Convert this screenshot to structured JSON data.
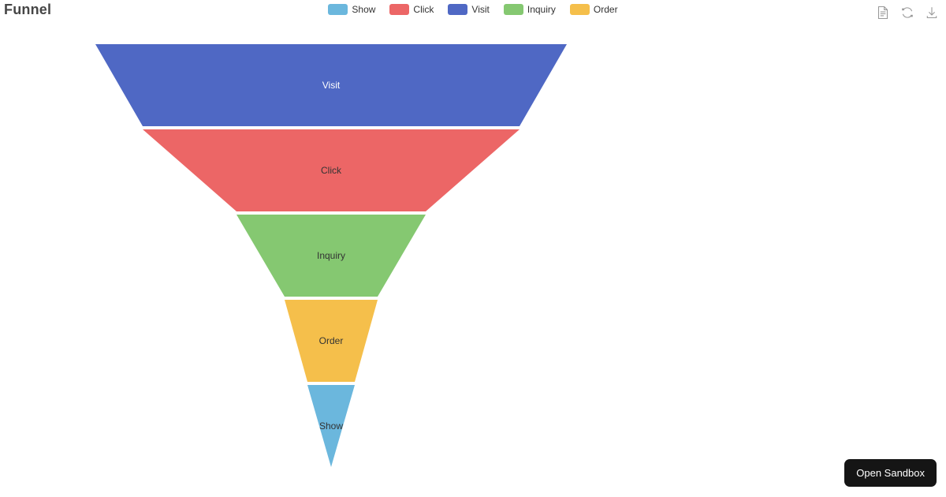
{
  "header": {
    "title": "Funnel"
  },
  "legend": {
    "items": [
      {
        "label": "Show",
        "color": "#6bb7dd"
      },
      {
        "label": "Click",
        "color": "#ec6666"
      },
      {
        "label": "Visit",
        "color": "#4f68c4"
      },
      {
        "label": "Inquiry",
        "color": "#85c871"
      },
      {
        "label": "Order",
        "color": "#f5bf4b"
      }
    ]
  },
  "toolbox": {
    "items": [
      {
        "name": "data-view-icon",
        "title": "Data View"
      },
      {
        "name": "restore-icon",
        "title": "Restore"
      },
      {
        "name": "download-icon",
        "title": "Save as Image"
      }
    ]
  },
  "sandbox": {
    "label": "Open Sandbox"
  },
  "chart_data": {
    "type": "funnel",
    "title": "Funnel",
    "categories": [
      "Visit",
      "Click",
      "Inquiry",
      "Order",
      "Show"
    ],
    "values": [
      100,
      80,
      40,
      20,
      10
    ],
    "colors": [
      "#4f68c4",
      "#ec6666",
      "#85c871",
      "#f5bf4b",
      "#6bb7dd"
    ],
    "label_colors": [
      "#ffffff",
      "#333333",
      "#333333",
      "#333333",
      "#333333"
    ],
    "legend_order": [
      "Show",
      "Click",
      "Visit",
      "Inquiry",
      "Order"
    ],
    "legend_position": "top-center",
    "orientation": "descending",
    "sort": "descending",
    "gap": 4,
    "min_size": "0%",
    "max_size": "100%",
    "label_position": "inside",
    "segments": [
      {
        "name": "Visit",
        "value": 100,
        "top_width": 598,
        "bottom_width": 478,
        "color": "#4f68c4",
        "label_color": "#ffffff"
      },
      {
        "name": "Click",
        "value": 80,
        "top_width": 478,
        "bottom_width": 240,
        "color": "#ec6666",
        "label_color": "#333333"
      },
      {
        "name": "Inquiry",
        "value": 40,
        "top_width": 240,
        "bottom_width": 118,
        "color": "#85c871",
        "label_color": "#333333"
      },
      {
        "name": "Order",
        "value": 20,
        "top_width": 118,
        "bottom_width": 60,
        "color": "#f5bf4b",
        "label_color": "#333333"
      },
      {
        "name": "Show",
        "value": 10,
        "top_width": 60,
        "bottom_width": 0,
        "color": "#6bb7dd",
        "label_color": "#333333"
      }
    ]
  }
}
